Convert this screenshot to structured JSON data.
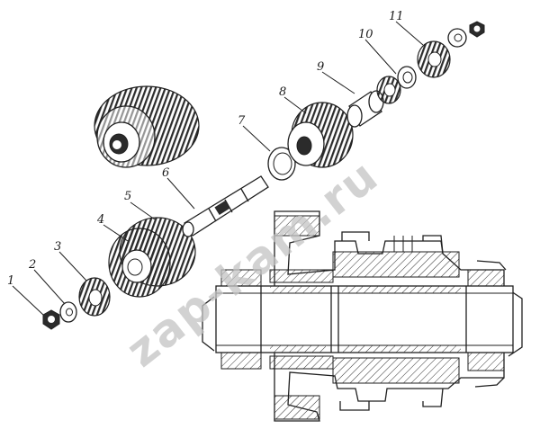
{
  "diagram": {
    "part_labels": [
      "1",
      "2",
      "3",
      "4",
      "5",
      "6",
      "7",
      "8",
      "9",
      "10",
      "11"
    ]
  },
  "watermark": {
    "text": "zap-kam.ru"
  }
}
